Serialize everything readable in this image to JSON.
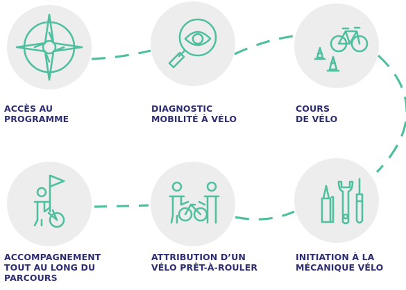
{
  "theme": {
    "accent": "#4fbf9f",
    "label_color": "#2d2d72",
    "circle_fill": "#ededed"
  },
  "steps": [
    {
      "icon": "compass-icon",
      "label_lines": [
        "ACCÈS AU",
        "PROGRAMME"
      ]
    },
    {
      "icon": "magnifier-eye-icon",
      "label_lines": [
        "DIAGNOSTIC",
        "MOBILITÉ À VÉLO"
      ]
    },
    {
      "icon": "bike-cones-icon",
      "label_lines": [
        "COURS",
        "DE VÉLO"
      ]
    },
    {
      "icon": "person-bike-flag-icon",
      "label_lines": [
        "ACCOMPAGNEMENT",
        "TOUT AU LONG DU",
        "PARCOURS"
      ]
    },
    {
      "icon": "people-bike-handover-icon",
      "label_lines": [
        "ATTRIBUTION D’UN",
        "VÉLO PRÊT-À-ROULER"
      ]
    },
    {
      "icon": "tools-icon",
      "label_lines": [
        "INITIATION À LA",
        "MÉCANIQUE VÉLO"
      ]
    }
  ]
}
